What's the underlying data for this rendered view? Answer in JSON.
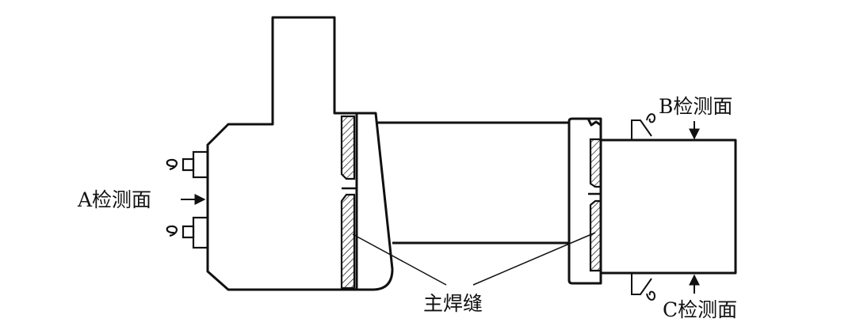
{
  "labels": {
    "surface_a": "A检测面",
    "surface_b": "B检测面",
    "surface_c": "C检测面",
    "main_weld": "主焊缝"
  },
  "colors": {
    "stroke": "#111111",
    "background": "#ffffff"
  }
}
